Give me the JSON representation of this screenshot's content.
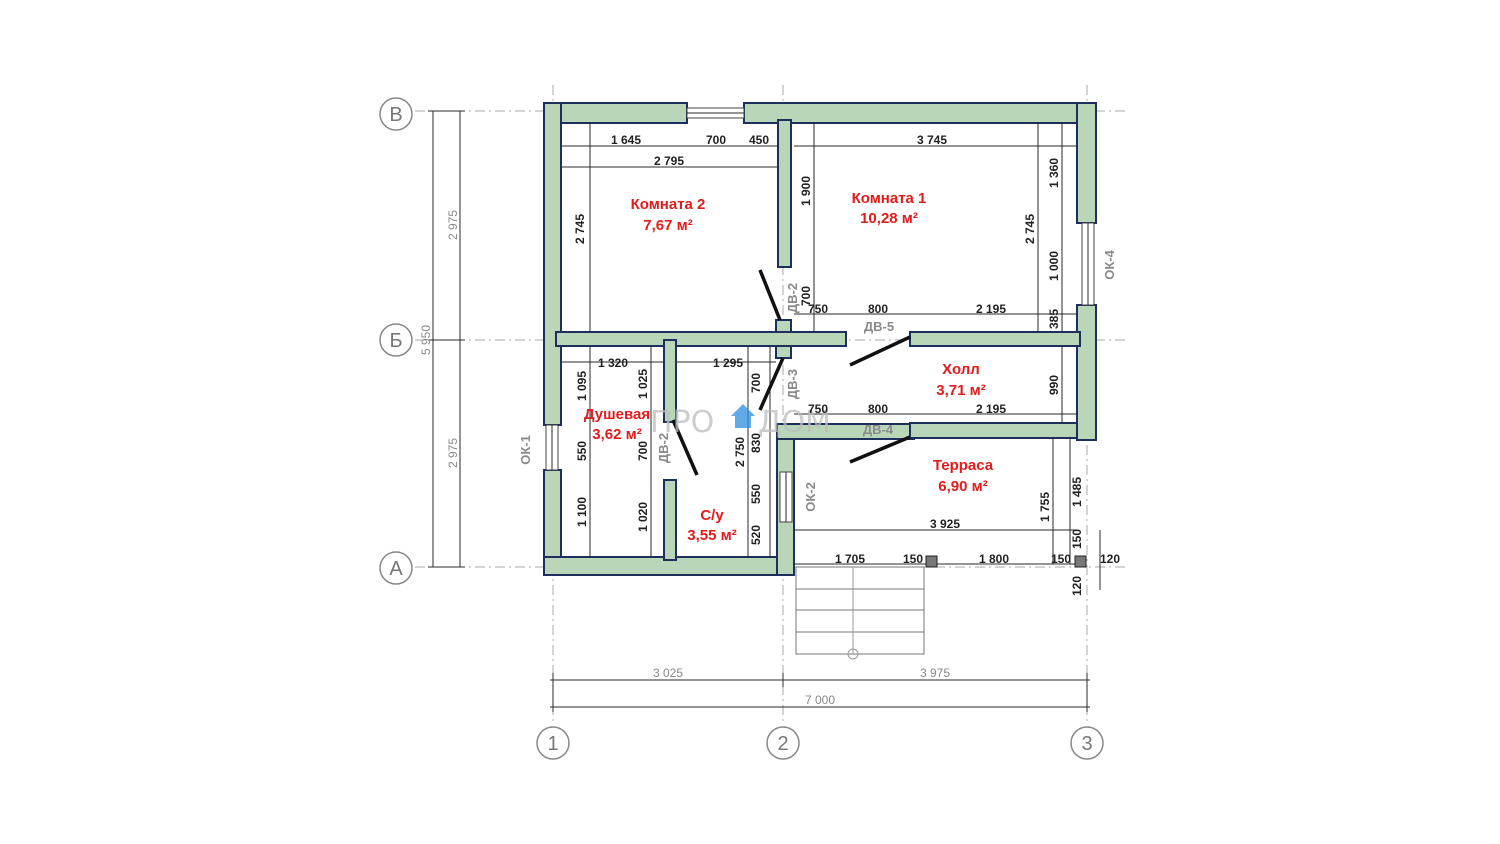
{
  "rooms": {
    "room2": {
      "name": "Комната 2",
      "area": "7,67 м²"
    },
    "room1": {
      "name": "Комната 1",
      "area": "10,28 м²"
    },
    "hall": {
      "name": "Холл",
      "area": "3,71 м²"
    },
    "shower": {
      "name": "Душевая",
      "area": "3,62 м²"
    },
    "wc": {
      "name": "С/у",
      "area": "3,55 м²"
    },
    "terrace": {
      "name": "Терраса",
      "area": "6,90 м²"
    }
  },
  "axes": {
    "rows": [
      "В",
      "Б",
      "А"
    ],
    "cols": [
      "1",
      "2",
      "3"
    ]
  },
  "tags": {
    "ok1": "ОК-1",
    "ok2": "ОК-2",
    "ok4": "ОК-4",
    "dv2a": "ДВ-2",
    "dv2b": "ДВ-2",
    "dv3": "ДВ-3",
    "dv4": "ДВ-4",
    "dv5": "ДВ-5"
  },
  "logo": {
    "left": "ПРО",
    "right": "ДОМ"
  },
  "dims": {
    "d1645": "1 645",
    "d700a": "700",
    "d450": "450",
    "d3745": "3 745",
    "d2795": "2 795",
    "d1900": "1 900",
    "d1360": "1 360",
    "d2745a": "2 745",
    "d2745b": "2 745",
    "d700b": "700",
    "d1000": "1 000",
    "d750a": "750",
    "d800a": "800",
    "d2195a": "2 195",
    "d385": "385",
    "d1320": "1 320",
    "d1295": "1 295",
    "d1095": "1 095",
    "d1025": "1 025",
    "d700c": "700",
    "d990": "990",
    "d750b": "750",
    "d800b": "800",
    "d2195b": "2 195",
    "d550a": "550",
    "d700d": "700",
    "d2750": "2 750",
    "d830": "830",
    "d550b": "550",
    "d1100": "1 100",
    "d1020": "1 020",
    "d520": "520",
    "d1755": "1 755",
    "d1485": "1 485",
    "d3925": "3 925",
    "d1705": "1 705",
    "d150a": "150",
    "d1800": "1 800",
    "d150b": "150",
    "d150c": "150",
    "d120a": "120",
    "d120b": "120",
    "d2975a": "2 975",
    "d2975b": "2 975",
    "d5950": "5 950",
    "d3025": "3 025",
    "d3975": "3 975",
    "d7000": "7 000"
  }
}
